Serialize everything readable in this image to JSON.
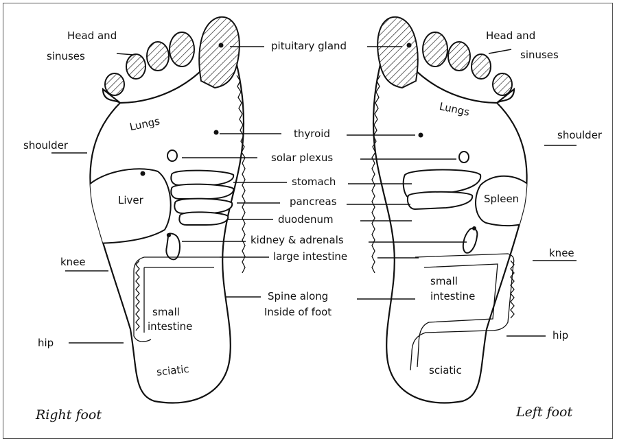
{
  "colors": {
    "ink": "#111111",
    "paper": "#ffffff",
    "hatch": "#222222"
  },
  "labels": {
    "head_sinuses_right_1": "Head and",
    "head_sinuses_right_2": "sinuses",
    "head_sinuses_left_1": "Head and",
    "head_sinuses_left_2": "sinuses",
    "pituitary": "pituitary gland",
    "lungs_right": "Lungs",
    "lungs_left": "Lungs",
    "thyroid": "thyroid",
    "shoulder_right": "shoulder",
    "shoulder_left": "shoulder",
    "solar_plexus": "solar plexus",
    "stomach": "stomach",
    "pancreas": "pancreas",
    "duodenum": "duodenum",
    "liver": "Liver",
    "spleen": "Spleen",
    "kidney": "kidney & adrenals",
    "large_intestine": "large intestine",
    "knee_right": "knee",
    "knee_left": "knee",
    "spine_1": "Spine along",
    "spine_2": "Inside of foot",
    "small_intestine_right_1": "small",
    "small_intestine_right_2": "intestine",
    "small_intestine_left_1": "small",
    "small_intestine_left_2": "intestine",
    "hip_right": "hip",
    "hip_left": "hip",
    "sciatic_right": "sciatic",
    "sciatic_left": "sciatic",
    "right_foot": "Right foot",
    "left_foot": "Left foot"
  }
}
